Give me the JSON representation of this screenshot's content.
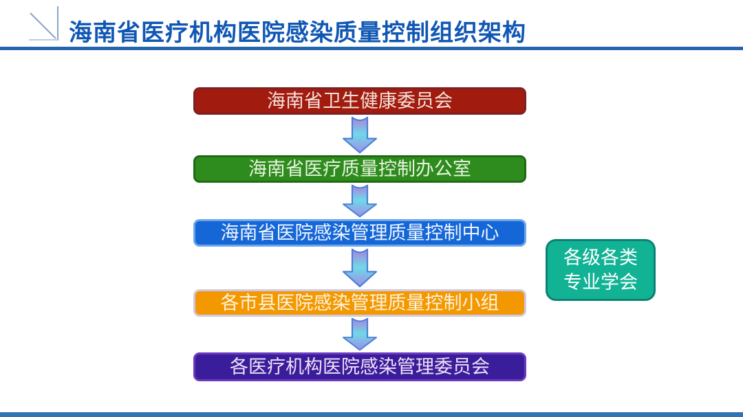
{
  "slide": {
    "title": "海南省医疗机构医院感染质量控制组织架构",
    "colors": {
      "background": "#ffffff",
      "title": "#1057B4",
      "rule": "#2565AE",
      "footer_bar": "#2E74B5",
      "icon_line": "#8AA6C8",
      "icon_line_light": "#BCCBDF"
    }
  },
  "flowchart": {
    "nodes": [
      {
        "label": "海南省卫生健康委员会",
        "fill": "#A11C0F",
        "border": "#7E2023",
        "text_color": "#F4E2DC"
      },
      {
        "label": "海南省医疗质量控制办公室",
        "fill": "#2E8B1D",
        "border": "#1E6B12",
        "text_color": "#E6F4DE"
      },
      {
        "label": "海南省医院感染管理质量控制中心",
        "fill": "#1566D6",
        "border": "#6BA6EC",
        "text_color": "#EEF5FF"
      },
      {
        "label": "各市县医院感染管理质量控制小组",
        "fill": "#F49800",
        "border": "#CFC9E6",
        "text_color": "#FCF2DE"
      },
      {
        "label": "各医疗机构医院感染管理委员会",
        "fill": "#3A1D9B",
        "border": "#6C3AC0",
        "text_color": "#EFE1F7"
      }
    ],
    "arrow": {
      "outline": "#4A7FD4",
      "gradient_top": "#AC7FDC",
      "gradient_mid": "#6FD9E8",
      "gradient_bottom": "#9F8CE8"
    }
  },
  "side_box": {
    "line1": "各级各类",
    "line2": "专业学会",
    "fill": "#12B295",
    "border": "#0B8273",
    "text_color": "#FFFFFF"
  }
}
